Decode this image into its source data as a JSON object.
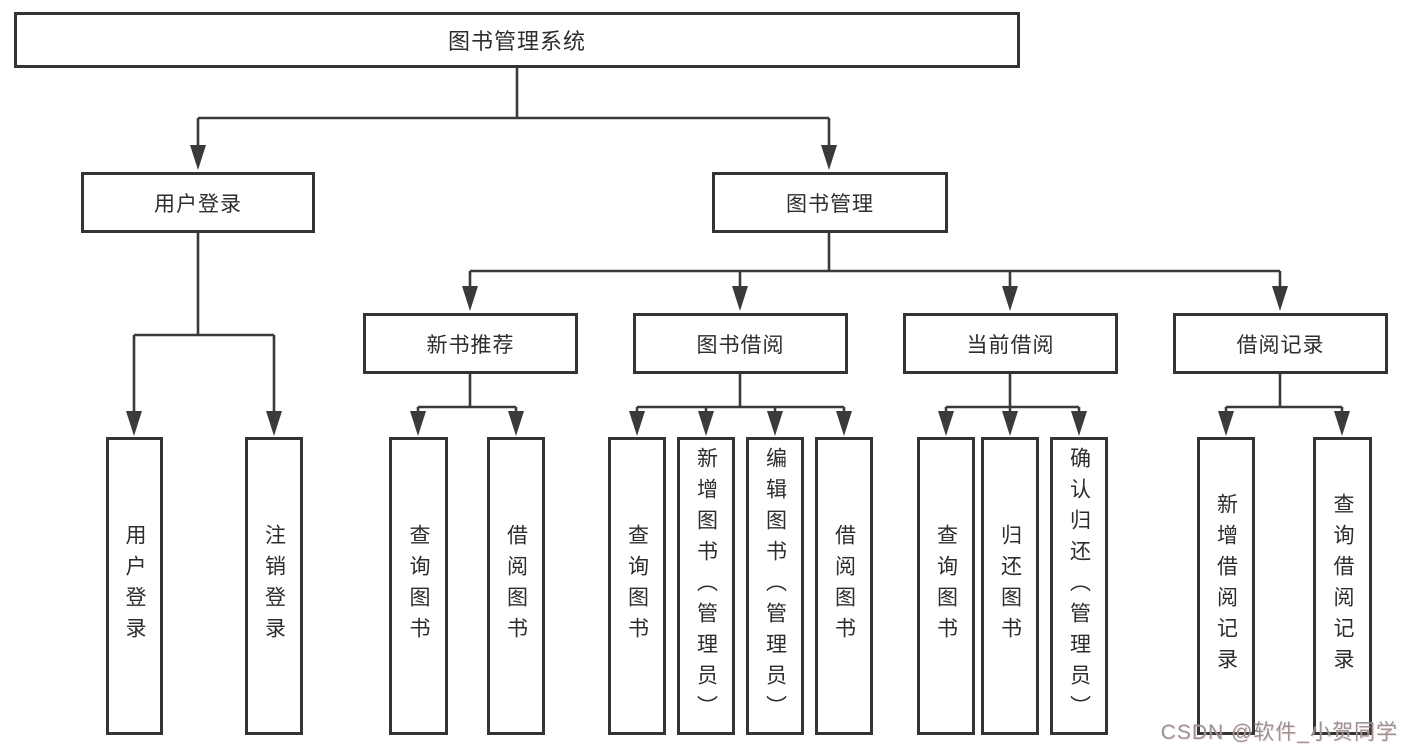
{
  "diagram": {
    "tree": {
      "label": "图书管理系统",
      "children": [
        {
          "label": "用户登录",
          "children": [
            {
              "label": "用户登录"
            },
            {
              "label": "注销登录"
            }
          ]
        },
        {
          "label": "图书管理",
          "children": [
            {
              "label": "新书推荐",
              "children": [
                {
                  "label": "查询图书"
                },
                {
                  "label": "借阅图书"
                }
              ]
            },
            {
              "label": "图书借阅",
              "children": [
                {
                  "label": "查询图书"
                },
                {
                  "label": "新增图书（管理员）"
                },
                {
                  "label": "编辑图书（管理员）"
                },
                {
                  "label": "借阅图书"
                }
              ]
            },
            {
              "label": "当前借阅",
              "children": [
                {
                  "label": "查询图书"
                },
                {
                  "label": "归还图书"
                },
                {
                  "label": "确认归还（管理员）"
                }
              ]
            },
            {
              "label": "借阅记录",
              "children": [
                {
                  "label": "新增借阅记录"
                },
                {
                  "label": "查询借阅记录"
                }
              ]
            }
          ]
        }
      ]
    },
    "colors": {
      "line": "#3a3a3a",
      "box_border": "#343434",
      "text": "#2d2d2d",
      "background": "#ffffff",
      "watermark_text": "#9a9393"
    }
  },
  "watermark": "CSDN @软件_小贺同学"
}
